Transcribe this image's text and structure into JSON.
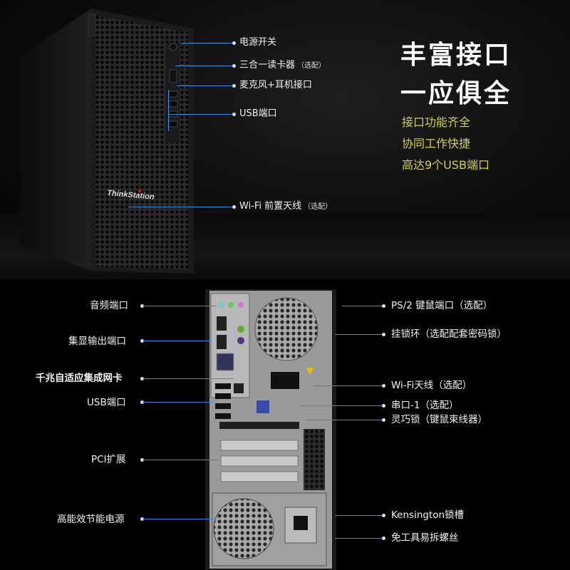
{
  "headline": {
    "line1": "丰富接口",
    "line2": "一应俱全"
  },
  "features": [
    "接口功能齐全",
    "协同工作快捷",
    "高达9个USB端口"
  ],
  "brand": "ThinkStation",
  "front_labels": [
    {
      "text": "电源开关",
      "opt": ""
    },
    {
      "text": "三合一读卡器",
      "opt": "（选配）"
    },
    {
      "text": "麦克风+耳机接口",
      "opt": ""
    },
    {
      "text": "USB端口",
      "opt": ""
    },
    {
      "text": "Wi-Fi 前置天线",
      "opt": "（选配）"
    }
  ],
  "rear_left_labels": [
    "音频端口",
    "集显输出端口",
    "千兆自适应集成网卡",
    "USB端口",
    "PCI扩展",
    "高能效节能电源"
  ],
  "rear_right_labels": [
    "PS/2 键鼠端口（选配）",
    "挂锁环（选配配套密码锁）",
    "Wi-Fi天线（选配）",
    "串口-1（选配）",
    "灵巧锁（键鼠束线器）",
    "Kensington锁槽",
    "免工具易拆螺丝"
  ],
  "colors": {
    "headline": "#ffffff",
    "feature": "#d4cf4a",
    "leader_line": "#3d8bdc"
  }
}
